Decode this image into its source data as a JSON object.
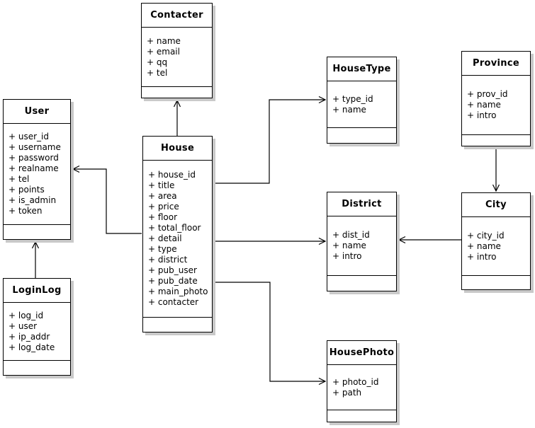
{
  "classes": [
    {
      "id": "contacter",
      "name": "Contacter",
      "attributes": [
        "+ name",
        "+ email",
        "+ qq",
        "+ tel"
      ]
    },
    {
      "id": "user",
      "name": "User",
      "attributes": [
        "+ user_id",
        "+ username",
        "+ password",
        "+ realname",
        "+ tel",
        "+ points",
        "+ is_admin",
        "+ token"
      ]
    },
    {
      "id": "loginlog",
      "name": "LoginLog",
      "attributes": [
        "+ log_id",
        "+ user",
        "+ ip_addr",
        "+ log_date"
      ]
    },
    {
      "id": "house",
      "name": "House",
      "attributes": [
        "+ house_id",
        "+ title",
        "+ area",
        "+ price",
        "+ floor",
        "+ total_floor",
        "+ detail",
        "+ type",
        "+ district",
        "+ pub_user",
        "+ pub_date",
        "+ main_photo",
        "+ contacter"
      ]
    },
    {
      "id": "housetype",
      "name": "HouseType",
      "attributes": [
        "+ type_id",
        "+ name"
      ]
    },
    {
      "id": "province",
      "name": "Province",
      "attributes": [
        "+ prov_id",
        "+ name",
        "+ intro"
      ]
    },
    {
      "id": "district",
      "name": "District",
      "attributes": [
        "+ dist_id",
        "+ name",
        "+ intro"
      ]
    },
    {
      "id": "city",
      "name": "City",
      "attributes": [
        "+ city_id",
        "+ name",
        "+ intro"
      ]
    },
    {
      "id": "housephoto",
      "name": "HousePhoto",
      "attributes": [
        "+ photo_id",
        "+ path"
      ]
    }
  ],
  "relationships": [
    {
      "from": "House",
      "to": "Contacter",
      "type": "directed-association"
    },
    {
      "from": "House",
      "to": "User",
      "type": "directed-association"
    },
    {
      "from": "LoginLog",
      "to": "User",
      "type": "directed-association"
    },
    {
      "from": "House",
      "to": "HouseType",
      "type": "directed-association"
    },
    {
      "from": "House",
      "to": "District",
      "type": "directed-association"
    },
    {
      "from": "House",
      "to": "HousePhoto",
      "type": "directed-association"
    },
    {
      "from": "Province",
      "to": "City",
      "type": "directed-association"
    },
    {
      "from": "City",
      "to": "District",
      "type": "directed-association"
    }
  ],
  "colors": {
    "line": "#000000",
    "box_border": "#000000",
    "box_background": "#ffffff",
    "shadow": "#c9c9c9",
    "canvas_background": "#ffffff"
  }
}
